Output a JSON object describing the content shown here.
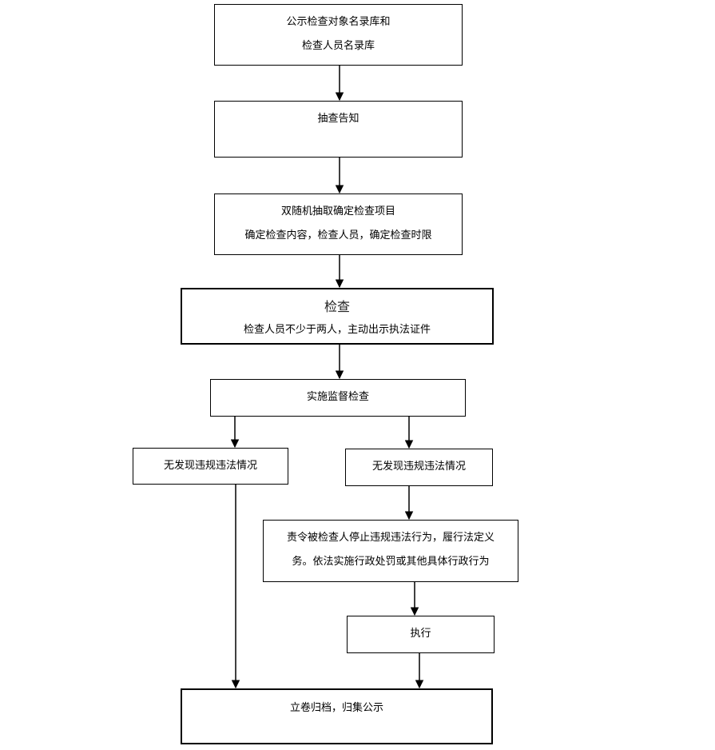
{
  "flow": {
    "publish": {
      "line1": "公示检查对象名录库和",
      "line2": "检查人员名录库"
    },
    "notice": {
      "line1": "抽查告知"
    },
    "select": {
      "line1": "双随机抽取确定检查项目",
      "line2": "确定检查内容，检查人员，确定检查时限"
    },
    "inspect": {
      "title": "检查",
      "line1": "检查人员不少于两人，主动出示执法证件"
    },
    "supervise": {
      "line1": "实施监督检查"
    },
    "no_violation_left": {
      "line1": "无发现违规违法情况"
    },
    "no_violation_right": {
      "line1": "无发现违规违法情况"
    },
    "order": {
      "line1": "责令被检查人停止违规违法行为，履行法定义",
      "line2": "务。依法实施行政处罚或其他具体行政行为"
    },
    "execute": {
      "line1": "执行"
    },
    "archive": {
      "line1": "立卷归档，归集公示"
    }
  },
  "colors": {
    "line": "#000000",
    "background": "#ffffff"
  }
}
